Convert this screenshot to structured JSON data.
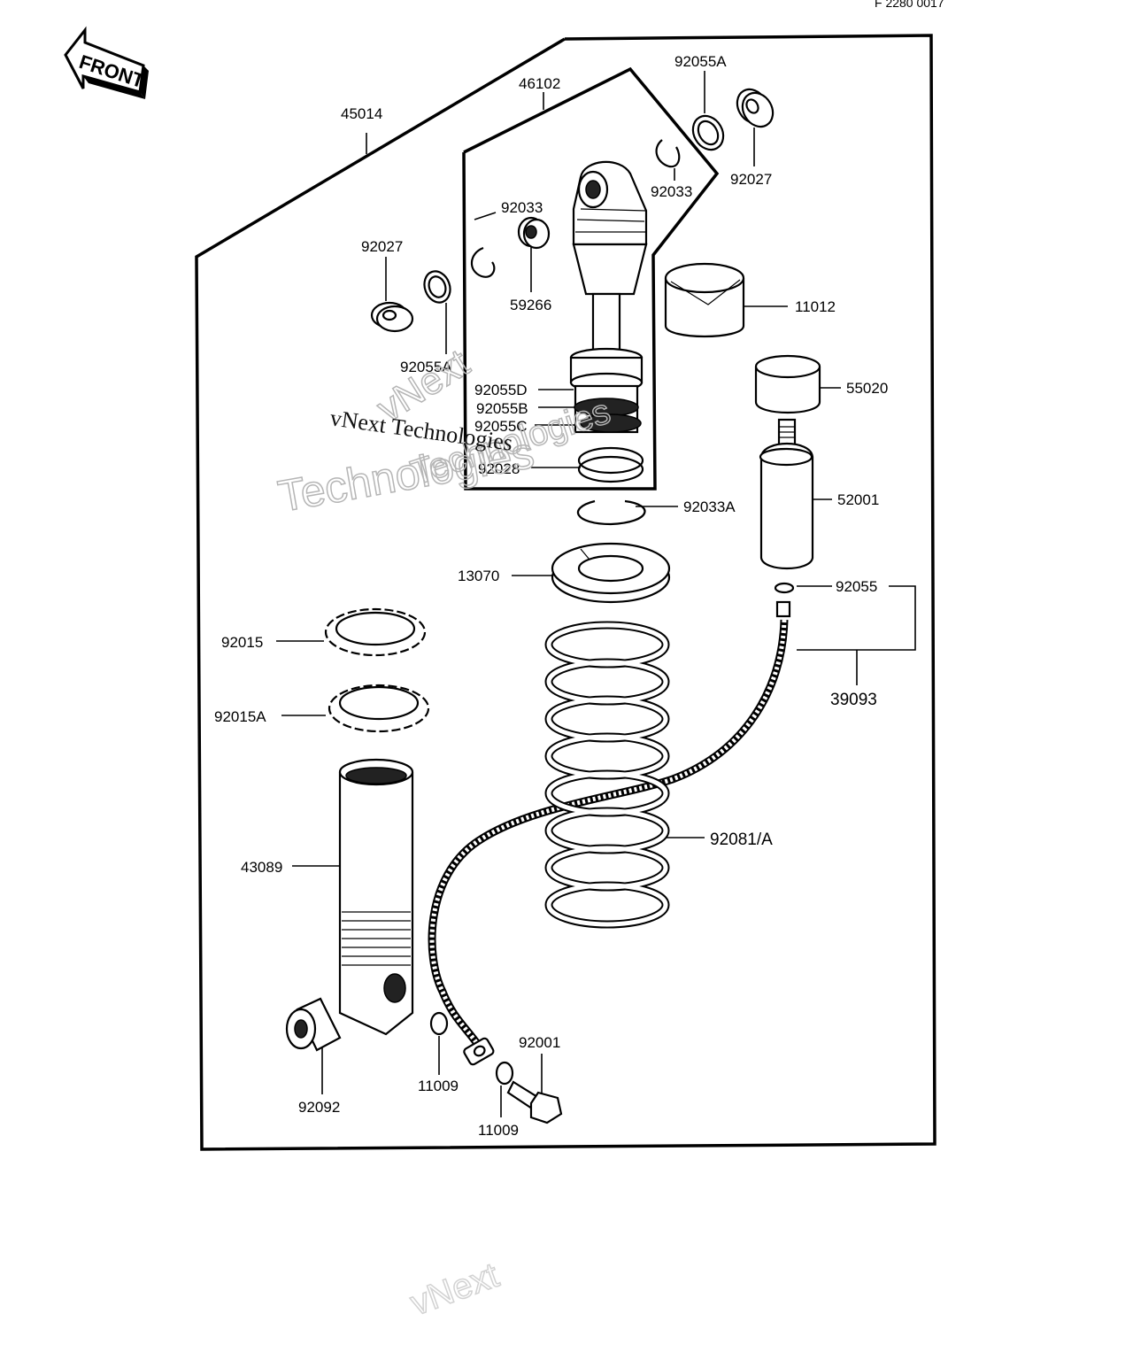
{
  "corner_code": "F 2280 0017",
  "front_label": "FRONT",
  "watermark": {
    "brand": "vNext",
    "company": "Technologies",
    "full": "vNext Technologies",
    "footer": "vNext"
  },
  "parts": {
    "p45014": "45014",
    "p46102": "46102",
    "p92055A_top": "92055A",
    "p92027_right": "92027",
    "p92033_right": "92033",
    "p92033_left": "92033",
    "p59266": "59266",
    "p92027_left": "92027",
    "p92055A_left": "92055A",
    "p11012": "11012",
    "p92055D": "92055D",
    "p92055B": "92055B",
    "p92055C": "92055C",
    "p92028": "92028",
    "p55020": "55020",
    "p52001": "52001",
    "p92033A": "92033A",
    "p13070": "13070",
    "p92055": "92055",
    "p39093": "39093",
    "p92015": "92015",
    "p92015A": "92015A",
    "p43089": "43089",
    "p92081A": "92081/A",
    "p92092": "92092",
    "p11009_a": "11009",
    "p92001": "92001",
    "p11009_b": "11009"
  }
}
